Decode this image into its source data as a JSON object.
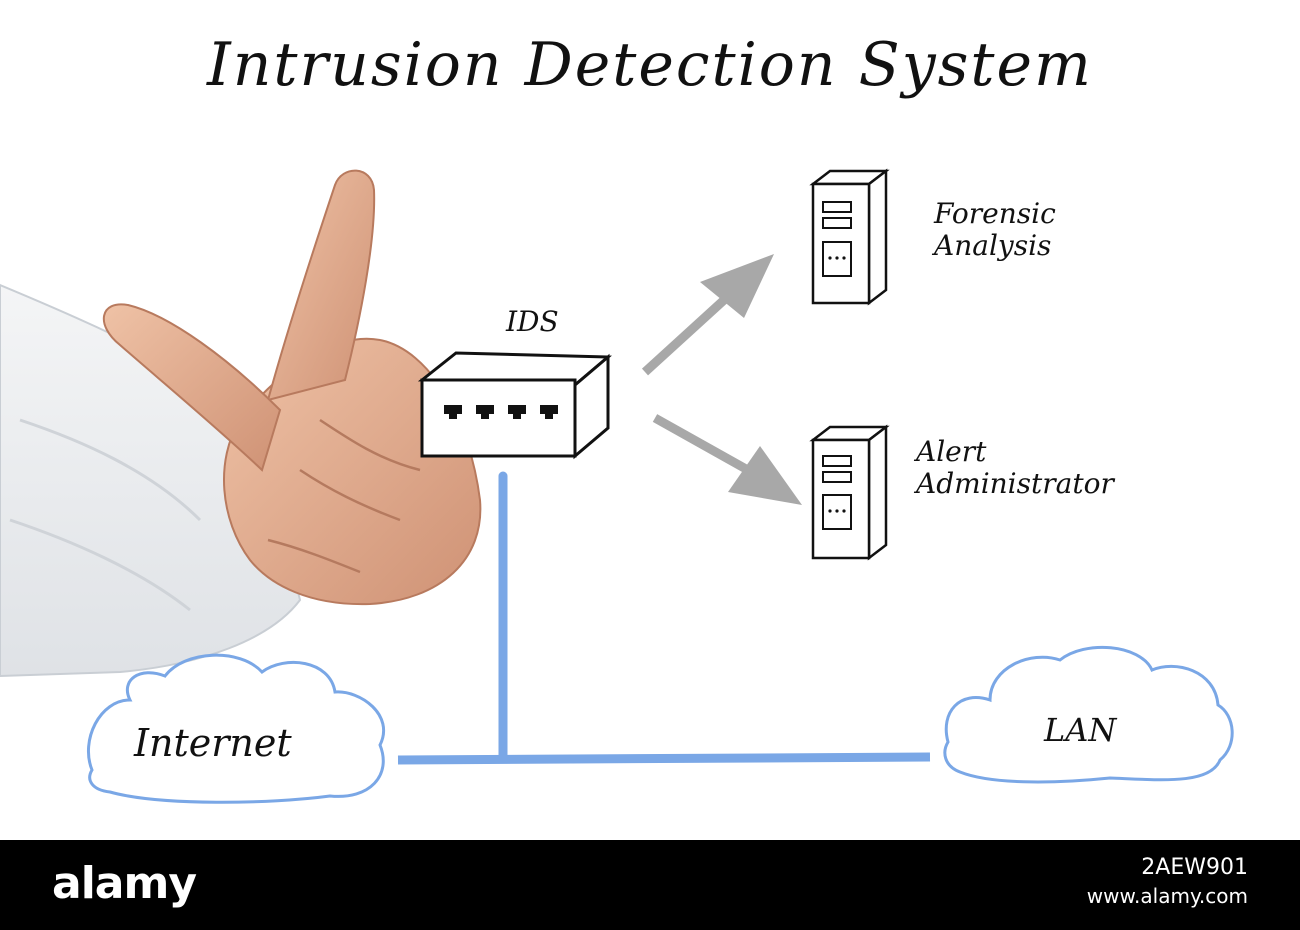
{
  "diagram": {
    "title": "Intrusion Detection System",
    "nodes": {
      "ids": "IDS",
      "forensic": [
        "Forensic",
        "Analysis"
      ],
      "alert": [
        "Alert",
        "Administrator"
      ],
      "internet": "Internet",
      "lan": "LAN"
    },
    "edges": [
      {
        "from": "IDS",
        "to": "Forensic Analysis",
        "style": "arrow"
      },
      {
        "from": "IDS",
        "to": "Alert Administrator",
        "style": "arrow"
      },
      {
        "from": "Internet",
        "to": "LAN",
        "style": "line"
      },
      {
        "from": "IDS",
        "to": "Internet-LAN line",
        "style": "line"
      }
    ],
    "colors": {
      "network_line": "#7aa7e6",
      "cloud_outline": "#7aa7e6",
      "arrow": "#a8a8a8",
      "ink": "#111111",
      "sleeve": "#eef0f2",
      "skin": "#e8b59a"
    }
  },
  "footer": {
    "logo": "alamy",
    "image_id": "2AEW901",
    "url": "www.alamy.com"
  }
}
